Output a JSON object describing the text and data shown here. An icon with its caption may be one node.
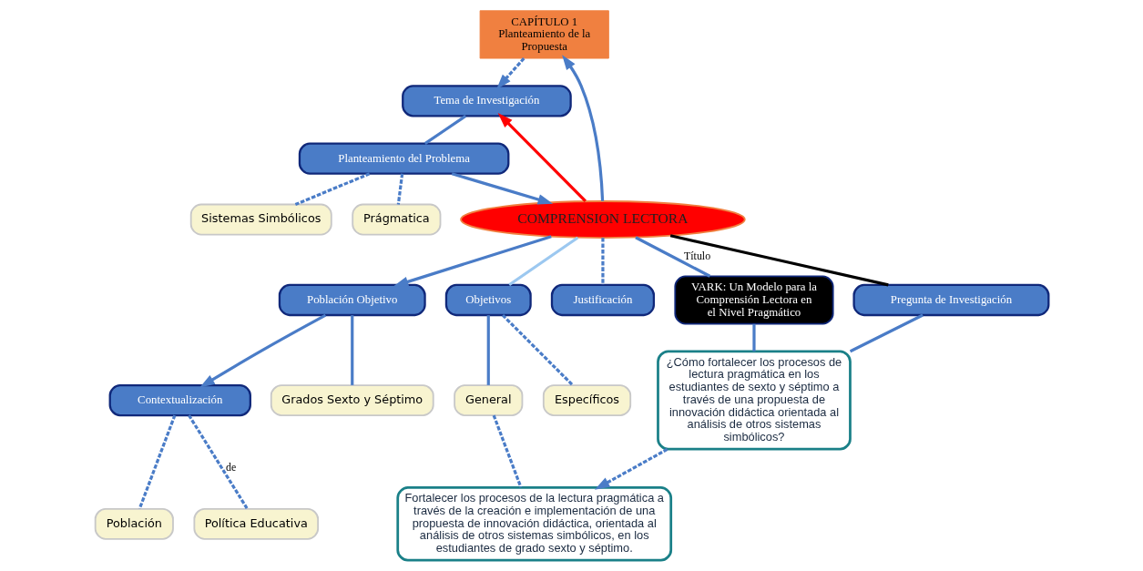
{
  "diagram": {
    "nodes": [
      {
        "text": [
          "CAPÍTULO 1 Planteamiento de la Propuesta"
        ]
      },
      {
        "text": [
          "Tema de Investigación"
        ]
      },
      {
        "text": [
          "Población Objetivo"
        ]
      },
      {
        "text": [
          "Contextualización"
        ]
      },
      {
        "text": [
          "Planteamiento del Problema"
        ]
      },
      {
        "text": [
          "COMPRENSION LECTORA"
        ]
      },
      {
        "text": [
          "Grados Sexto y Séptimo"
        ]
      },
      {
        "text": [
          "Población"
        ]
      },
      {
        "text": [
          "Política Educativa"
        ]
      },
      {
        "text": [
          "Sistemas Simbólicos"
        ]
      },
      {
        "text": [
          "Prágmatica"
        ]
      },
      {
        "text": [
          "Objetivos"
        ]
      },
      {
        "text": [
          "Justificación"
        ]
      },
      {
        "text": [
          "VARK: Un Modelo para la Comprensión Lectora en el Nivel Pragmático"
        ]
      },
      {
        "text": [
          "Pregunta de Investigación"
        ]
      },
      {
        "text": [
          "General"
        ]
      },
      {
        "text": [
          "Específicos"
        ]
      },
      {
        "text": [
          "¿Cómo fortalecer los procesos de lectura pragmática en los estudiantes de sexto y séptimo a través de una propuesta de innovación didáctica orientada al análisis de otros sistemas simbólicos?"
        ]
      },
      {
        "text": [
          "Fortalecer los procesos de la lectura pragmática a través de la creación e implementación de una propuesta de innovación didáctica, orientada al análisis de otros sistemas simbólicos, en los estudiantes de grado sexto y séptimo."
        ]
      }
    ],
    "edges": [
      {
        "from": 0,
        "to": 1,
        "arrow": "to",
        "style": "dashed"
      },
      {
        "from": 5,
        "to": 1,
        "arrow": "to",
        "color": "#ff0000"
      },
      {
        "from": 5,
        "to": 0,
        "arrow": "to"
      },
      {
        "from": 5,
        "to": 2,
        "arrow": "to"
      },
      {
        "from": 2,
        "to": 3,
        "arrow": "to"
      },
      {
        "from": 2,
        "to": 6,
        "arrow": "none"
      },
      {
        "from": 3,
        "to": 7,
        "arrow": "none",
        "style": "dashed"
      },
      {
        "from": 3,
        "to": 8,
        "arrow": "none",
        "style": "dashed",
        "label": "de"
      },
      {
        "from": 1,
        "to": 4,
        "arrow": "none"
      },
      {
        "from": 4,
        "to": 5,
        "arrow": "to"
      },
      {
        "from": 4,
        "to": 9,
        "arrow": "none",
        "style": "dashed"
      },
      {
        "from": 4,
        "to": 10,
        "arrow": "none",
        "style": "dashed"
      },
      {
        "from": 5,
        "to": 12,
        "arrow": "none",
        "style": "dashed"
      },
      {
        "from": 5,
        "to": 11,
        "arrow": "none",
        "color": "#9cc8f0"
      },
      {
        "from": 5,
        "to": 13,
        "arrow": "none",
        "label": "Título"
      },
      {
        "from": 5,
        "to": 14,
        "arrow": "none",
        "color": "#000000"
      },
      {
        "from": 11,
        "to": 15,
        "arrow": "none"
      },
      {
        "from": 11,
        "to": 16,
        "arrow": "none",
        "style": "dashed"
      },
      {
        "from": 15,
        "to": 18,
        "arrow": "none",
        "style": "dashed"
      },
      {
        "from": 14,
        "to": 17,
        "arrow": "none"
      },
      {
        "from": 13,
        "to": 17,
        "arrow": "none"
      },
      {
        "from": 17,
        "to": 18,
        "arrow": "to",
        "style": "dashed"
      }
    ]
  }
}
